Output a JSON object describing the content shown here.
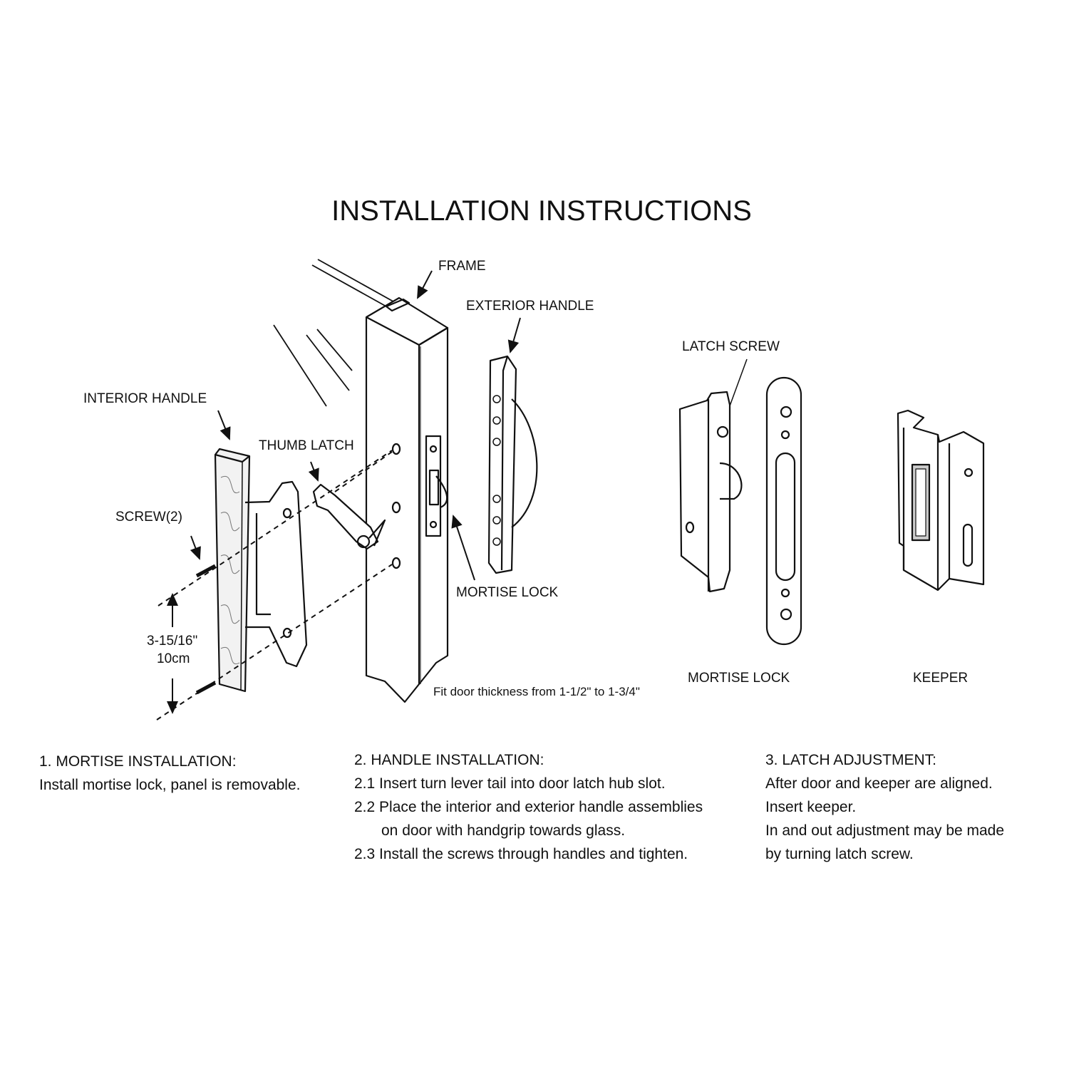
{
  "title": "INSTALLATION INSTRUCTIONS",
  "labels": {
    "frame": "FRAME",
    "exterior_handle": "EXTERIOR HANDLE",
    "interior_handle": "INTERIOR HANDLE",
    "thumb_latch": "THUMB LATCH",
    "screw": "SCREW(2)",
    "dimension_in": "3-15/16\"",
    "dimension_cm": "10cm",
    "mortise_lock_main": "MORTISE LOCK",
    "door_thickness": "Fit door thickness from 1-1/2\" to 1-3/4\"",
    "latch_screw": "LATCH SCREW",
    "mortise_lock_part": "MORTISE LOCK",
    "keeper": "KEEPER"
  },
  "instructions": [
    {
      "heading": "1. MORTISE INSTALLATION:",
      "lines": [
        "Install mortise lock, panel is removable."
      ]
    },
    {
      "heading": "2. HANDLE INSTALLATION:",
      "lines": [
        "2.1 Insert turn lever tail into door latch hub slot.",
        "2.2 Place the interior and exterior handle assemblies",
        "on door with handgrip towards glass.",
        "2.3 Install the screws through handles and tighten."
      ]
    },
    {
      "heading": "3. LATCH ADJUSTMENT:",
      "lines": [
        "After door and keeper are aligned.",
        "Insert keeper.",
        "In and out adjustment may be made",
        "by turning latch screw."
      ]
    }
  ]
}
